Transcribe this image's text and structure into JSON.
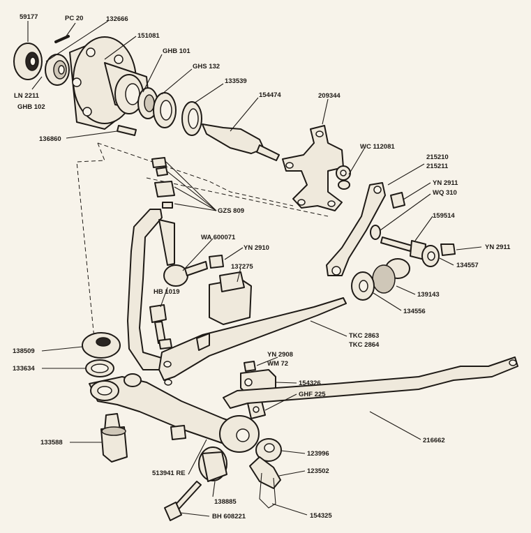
{
  "labels": {
    "59177": "59177",
    "pc20": "PC 20",
    "132666": "132666",
    "151081": "151081",
    "ghb101": "GHB 101",
    "ghs132": "GHS 132",
    "133539": "133539",
    "154474": "154474",
    "209344": "209344",
    "ln2211": "LN 2211",
    "ghb102": "GHB 102",
    "136860": "136860",
    "wc112081": "WC 112081",
    "215210": "215210",
    "215211": "215211",
    "yn2911a": "YN 2911",
    "wq310": "WQ 310",
    "159514": "159514",
    "yn2911b": "YN 2911",
    "134557": "134557",
    "gzs809": "GZS 809",
    "wa600071": "WA 600071",
    "yn2910": "YN 2910",
    "137275": "137275",
    "hb1019": "HB 1019",
    "139143": "139143",
    "134556": "134556",
    "tkc2863": "TKC 2863",
    "tkc2864": "TKC 2864",
    "yn2908": "YN 2908",
    "wm72": "WM 72",
    "138509": "138509",
    "133634": "133634",
    "154326": "154326",
    "ghf225": "GHF 225",
    "133588": "133588",
    "216662": "216662",
    "123996": "123996",
    "123502": "123502",
    "513941re": "513941 RE",
    "138885": "138885",
    "bh608221": "BH 608221",
    "154325": "154325"
  }
}
